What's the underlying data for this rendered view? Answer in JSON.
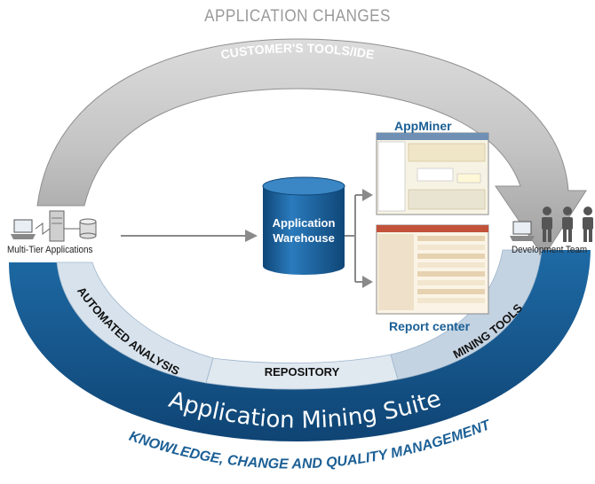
{
  "header": {
    "application_changes": "APPLICATION CHANGES"
  },
  "arc_top": {
    "label": "CUSTOMER'S TOOLS/IDE"
  },
  "left_node": {
    "label": "Multi-Tier Applications",
    "icons": [
      "laptop-icon",
      "server-icon",
      "database-icon"
    ]
  },
  "right_node": {
    "label": "Development Team",
    "icons": [
      "laptop-icon",
      "person-icon",
      "person-icon",
      "person-icon"
    ]
  },
  "warehouse": {
    "line1": "Application",
    "line2": "Warehouse"
  },
  "tools": {
    "appminer": {
      "label": "AppMiner"
    },
    "report_center": {
      "label": "Report center"
    }
  },
  "band_segments": {
    "automated_analysis": "AUTOMATED ANALYSIS",
    "repository": "REPOSITORY",
    "mining_tools": "MINING TOOLS"
  },
  "suite": {
    "title": "Application Mining Suite",
    "subtitle": "KNOWLEDGE, CHANGE AND QUALITY MANAGEMENT"
  },
  "colors": {
    "arc_gray": "#b9b9b9",
    "band_blue": "#14588e",
    "segment_light": "#d7e2ec",
    "segment_mid": "#c4d3e2",
    "warehouse_blue": "#13558a",
    "label_blue": "#1b5f95"
  }
}
